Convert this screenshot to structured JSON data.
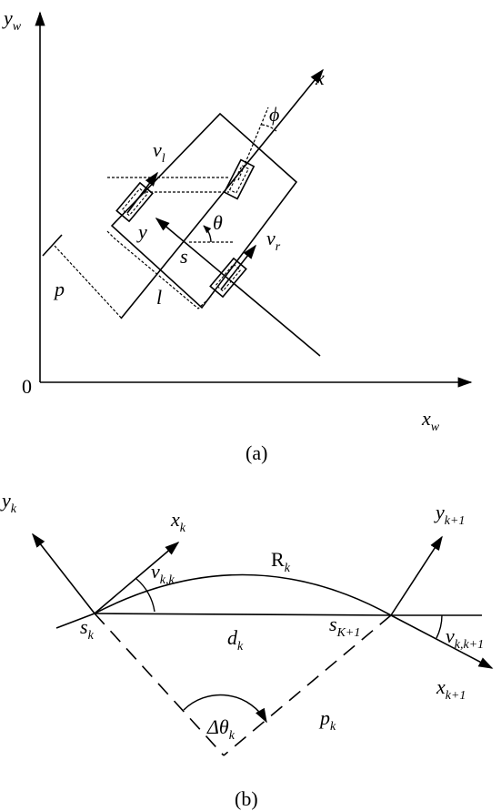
{
  "figure_a": {
    "caption": "(a)",
    "axes": {
      "y_main": "y",
      "y_sub": "w",
      "x_main": "x",
      "x_sub": "w",
      "origin": "0"
    },
    "labels": {
      "x": "x",
      "y": "y",
      "phi": "ϕ",
      "theta": "θ",
      "s": "s",
      "l": "l",
      "p": "p",
      "vl_main": "v",
      "vl_sub": "l",
      "vr_main": "v",
      "vr_sub": "r"
    }
  },
  "figure_b": {
    "caption": "(b)",
    "labels": {
      "yk_main": "y",
      "yk_sub": "k",
      "xk_main": "x",
      "xk_sub": "k",
      "vkk_main": "v",
      "vkk_sub": "k,k",
      "Rk_main": "R",
      "Rk_sub": "k",
      "sk_main": "s",
      "sk_sub": "k",
      "dk_main": "d",
      "dk_sub": "k",
      "sK1_main": "s",
      "sK1_sub": "K+1",
      "yk1_main": "y",
      "yk1_sub": "k+1",
      "vkk1_main": "v",
      "vkk1_sub": "k,k+1",
      "xk1_main": "x",
      "xk1_sub": "k+1",
      "dtheta_main": "Δθ",
      "dtheta_sub": "k",
      "pk_main": "p",
      "pk_sub": "k"
    }
  }
}
